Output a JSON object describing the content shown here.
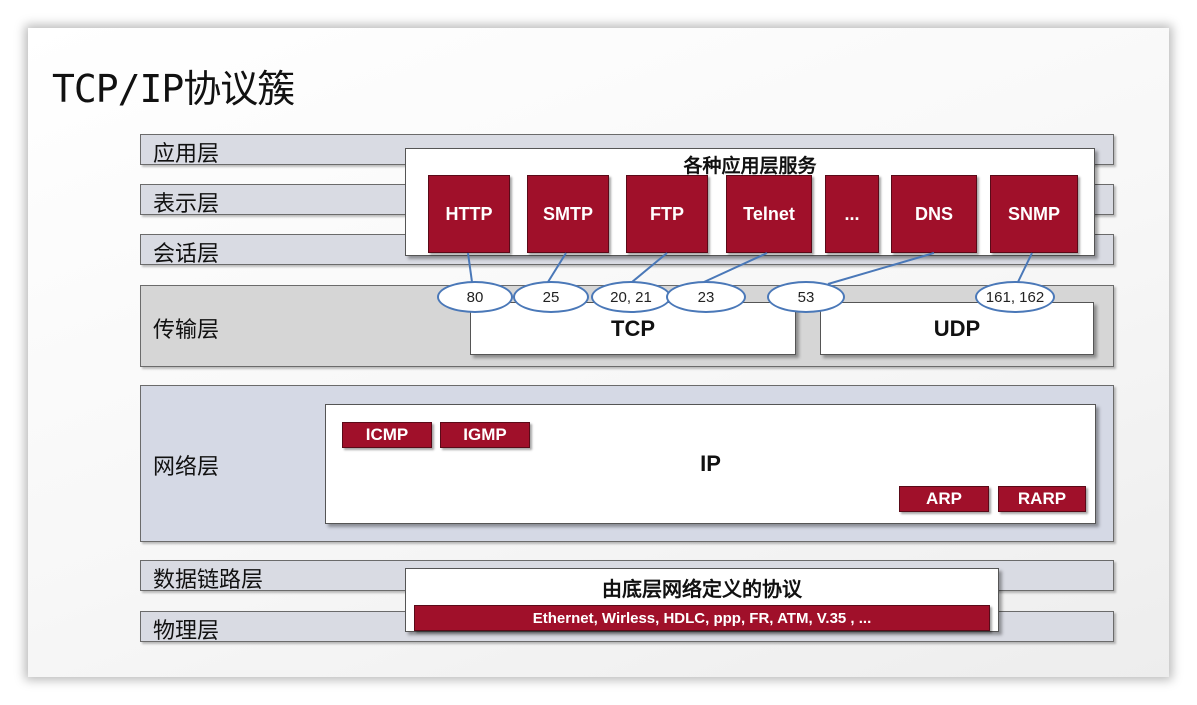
{
  "title": "TCP/IP协议簇",
  "layers": {
    "application": "应用层",
    "presentation": "表示层",
    "session": "会话层",
    "transport": "传输层",
    "network": "网络层",
    "datalink": "数据链路层",
    "physical": "物理层"
  },
  "app_services": {
    "heading": "各种应用层服务",
    "protocols": [
      "HTTP",
      "SMTP",
      "FTP",
      "Telnet",
      "...",
      "DNS",
      "SNMP"
    ]
  },
  "ports": [
    "80",
    "25",
    "20, 21",
    "23",
    "53",
    "161, 162"
  ],
  "transport": {
    "tcp": "TCP",
    "udp": "UDP"
  },
  "network": {
    "ip": "IP",
    "icmp": "ICMP",
    "igmp": "IGMP",
    "arp": "ARP",
    "rarp": "RARP"
  },
  "lower": {
    "heading": "由底层网络定义的协议",
    "protocols": "Ethernet, Wirless, HDLC, ppp, FR, ATM, V.35 , ..."
  },
  "colors": {
    "protocol_fill": "#a0102a",
    "layer_fill": "#d9dbe3",
    "port_outline": "#4a78b8"
  }
}
